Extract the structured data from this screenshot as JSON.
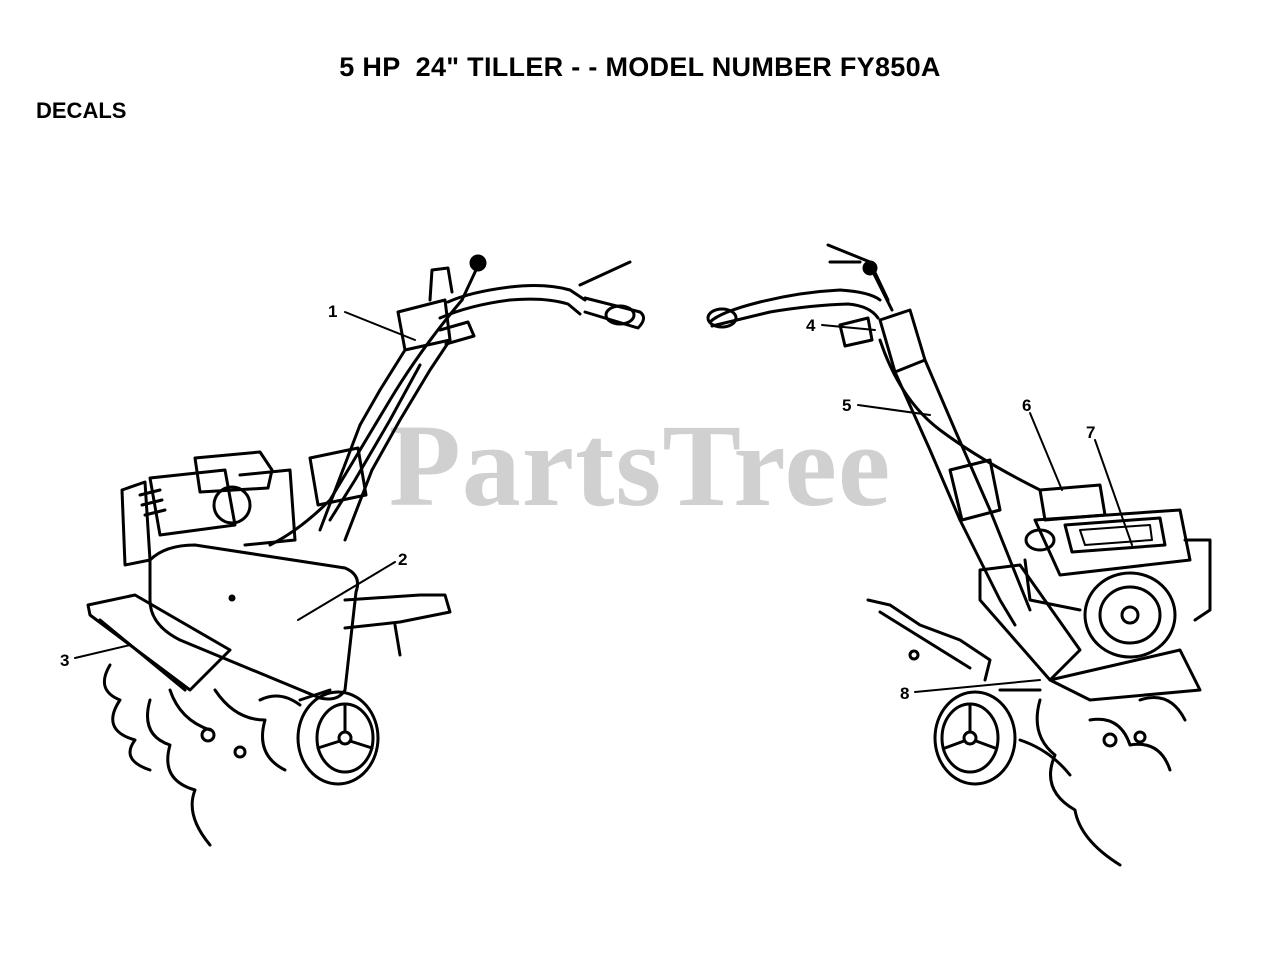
{
  "header": {
    "title": "5 HP  24\" TILLER - - MODEL NUMBER FY850A",
    "section": "DECALS"
  },
  "watermark": "PartsTree",
  "callouts": [
    "1",
    "2",
    "3",
    "4",
    "5",
    "6",
    "7",
    "8"
  ]
}
